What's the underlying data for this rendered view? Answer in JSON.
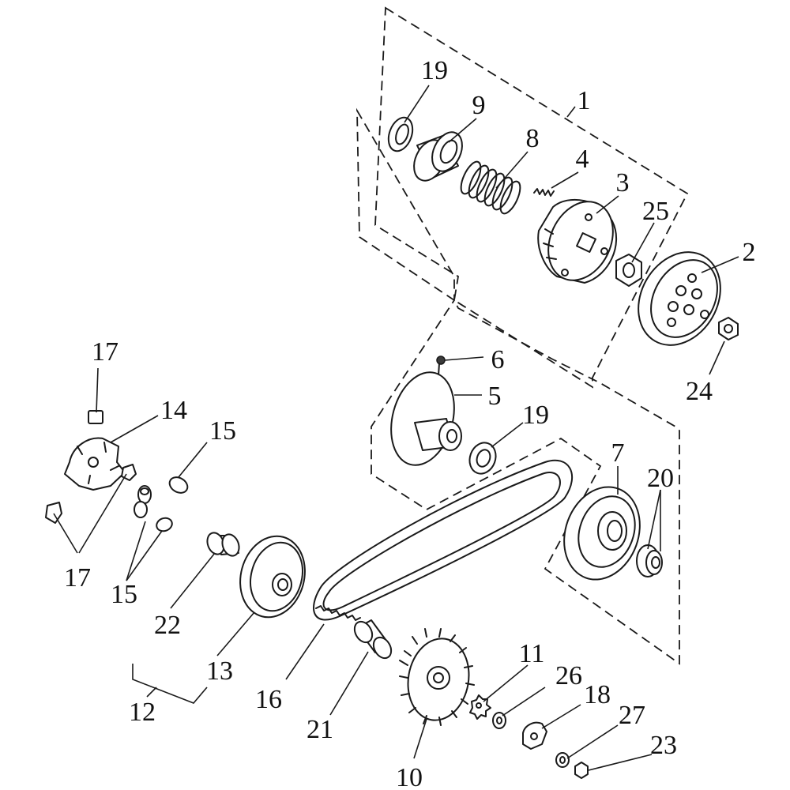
{
  "labels": {
    "l1": "1",
    "l2": "2",
    "l3": "3",
    "l4": "4",
    "l5": "5",
    "l6": "6",
    "l7": "7",
    "l8": "8",
    "l9": "9",
    "l10": "10",
    "l11": "11",
    "l12": "12",
    "l13": "13",
    "l14": "14",
    "l15a": "15",
    "l15b": "15",
    "l16": "16",
    "l17a": "17",
    "l17b": "17",
    "l18": "18",
    "l19a": "19",
    "l19b": "19",
    "l20": "20",
    "l21": "21",
    "l22": "22",
    "l23": "23",
    "l24": "24",
    "l25": "25",
    "l26": "26",
    "l27": "27"
  }
}
